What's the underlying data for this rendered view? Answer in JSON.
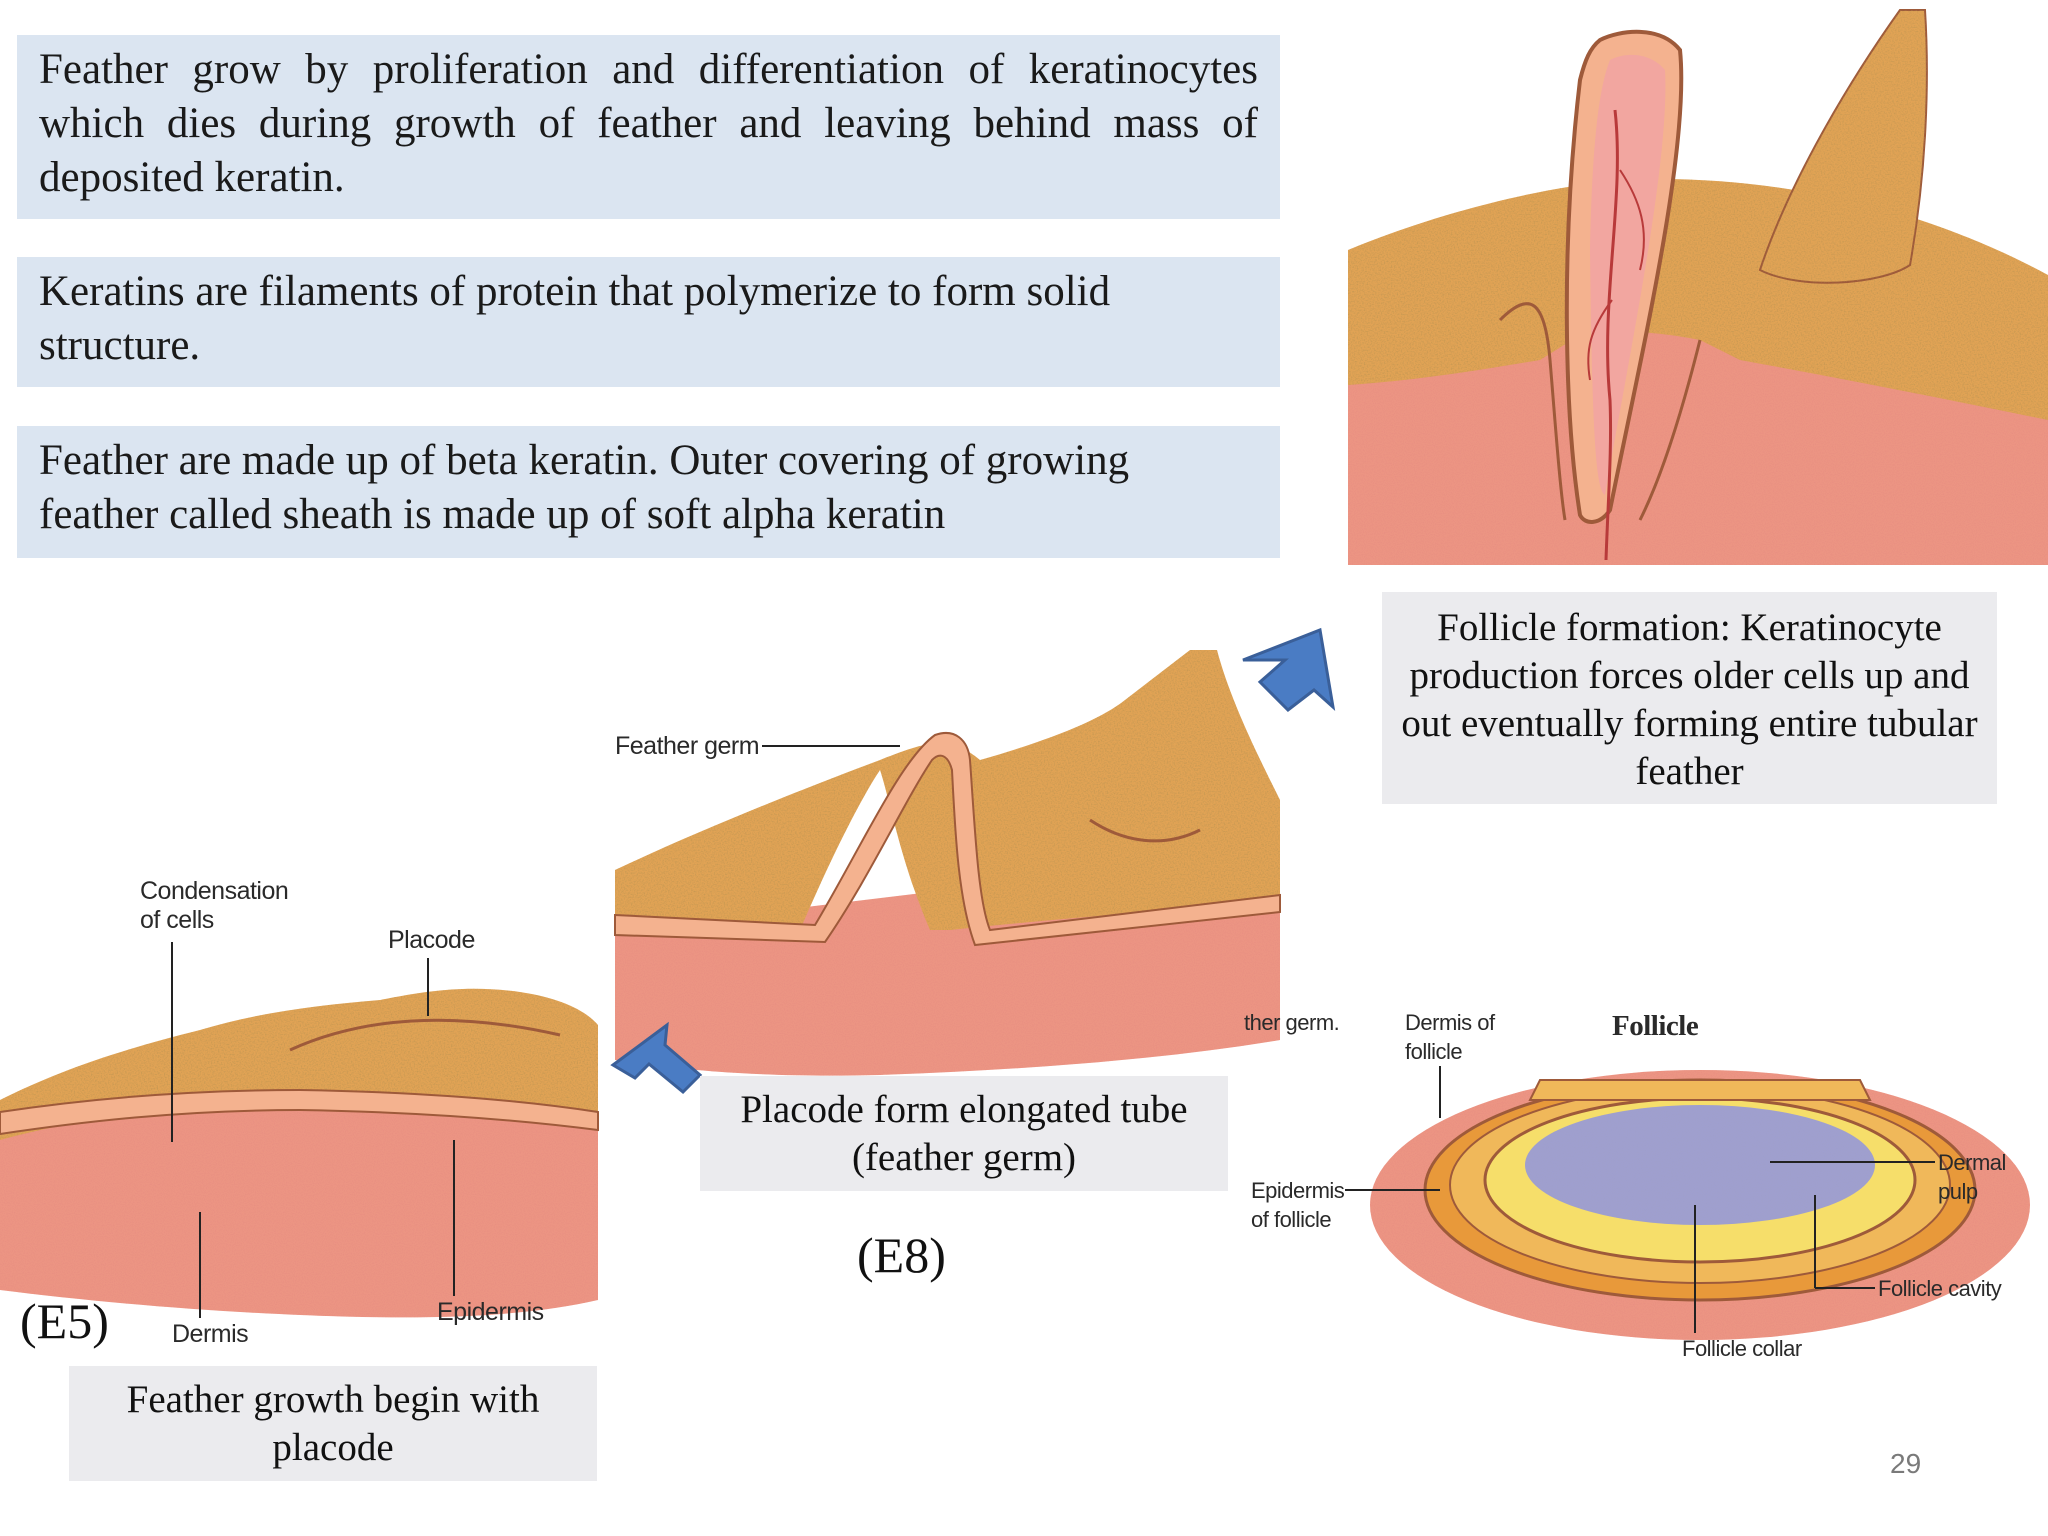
{
  "text_boxes": [
    {
      "text": "Feather grow by proliferation and differentiation of keratinocytes which dies during growth of feather and leaving behind mass of  deposited keratin."
    },
    {
      "text": "Keratins are filaments of protein that polymerize  to form solid structure."
    },
    {
      "text": "Feather are made up of beta keratin. Outer covering of growing feather called sheath is made up of soft alpha keratin"
    }
  ],
  "stages": {
    "e5": {
      "label": "(E5)",
      "caption": "Feather growth begin with placode",
      "labels": {
        "condensation": "Condensation of cells",
        "placode": "Placode",
        "dermis": "Dermis",
        "epidermis": "Epidermis"
      }
    },
    "e8": {
      "label": "(E8)",
      "caption": "Placode form elongated tube (feather germ)",
      "labels": {
        "feather_germ": "Feather germ"
      }
    },
    "follicle_formation": {
      "caption": "Follicle formation: Keratinocyte production forces older cells up and out  eventually forming entire tubular feather"
    },
    "follicle": {
      "title": "Follicle",
      "labels": {
        "cut_germ": "ther germ.",
        "dermis_follicle": "Dermis of follicle",
        "epidermis_follicle": "Epidermis of follicle",
        "dermal_pulp": "Dermal pulp",
        "follicle_cavity": "Follicle cavity",
        "follicle_collar": "Follicle collar"
      }
    }
  },
  "colors": {
    "text_box": "#dbe5f1",
    "caption_box": "#ebebee",
    "arrow": "#4a7cc4",
    "epidermis": "#e3a353",
    "dermis": "#e88c7a"
  },
  "page_number": "29"
}
